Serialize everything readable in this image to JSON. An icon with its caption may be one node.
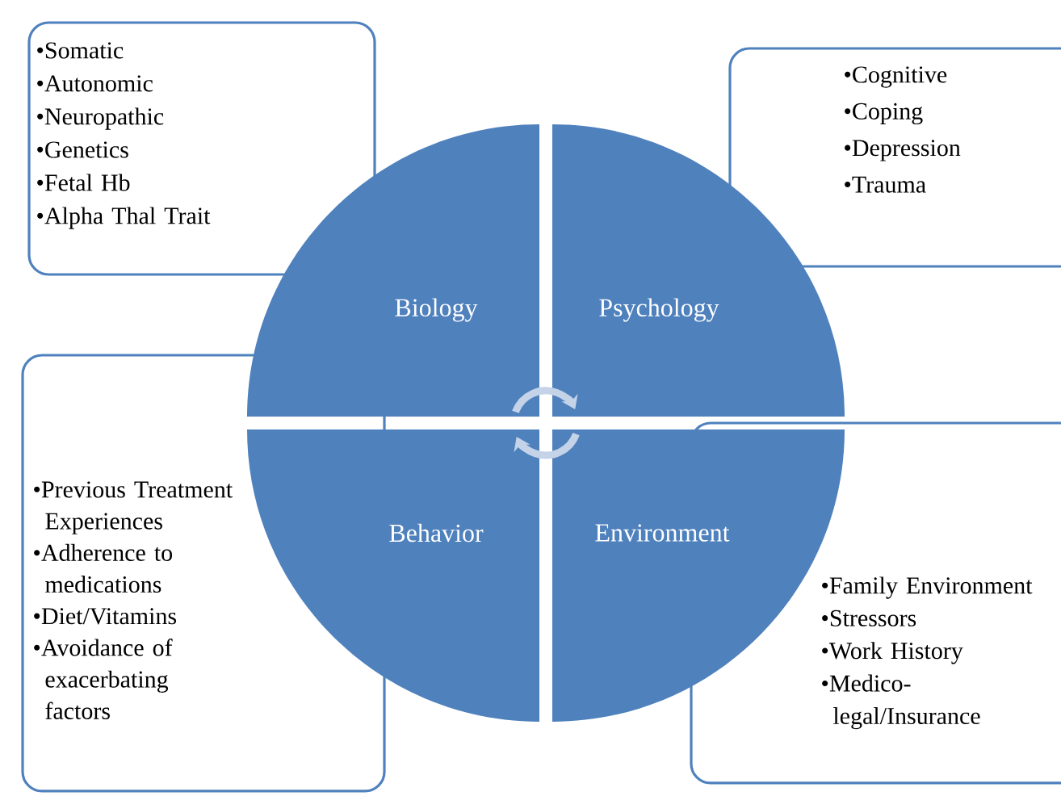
{
  "diagram": {
    "nodes": [
      {
        "text": [
          "Biology"
        ]
      },
      {
        "text": [
          "Psychology"
        ]
      },
      {
        "text": [
          "Behavior"
        ]
      },
      {
        "text": [
          "Environment"
        ]
      },
      {
        "text": [
          "•Somatic",
          "•Autonomic",
          "•Neuropathic",
          "•Genetics",
          "•Fetal Hb",
          "•Alpha Thal Trait"
        ]
      },
      {
        "text": [
          "•Cognitive",
          "•Coping",
          "•Depression",
          "•Trauma"
        ]
      },
      {
        "text": [
          "•Previous Treatment Experiences",
          "•Adherence to medications",
          "•Diet/Vitamins",
          "•Avoidance of exacerbating factors"
        ]
      },
      {
        "text": [
          "•Family Environment",
          "•Stressors",
          "•Work History",
          "•Medico-legal/Insurance"
        ]
      }
    ]
  }
}
